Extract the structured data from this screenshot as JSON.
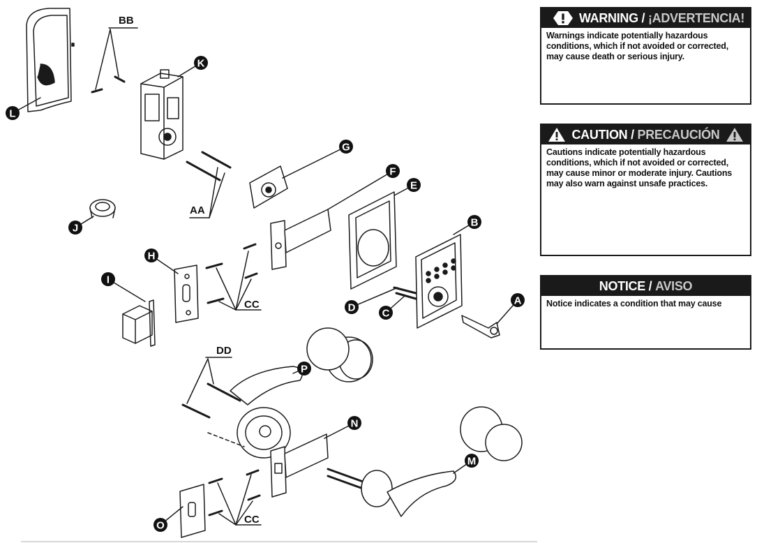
{
  "parts": {
    "A": "A",
    "B": "B",
    "C": "C",
    "D": "D",
    "E": "E",
    "F": "F",
    "G": "G",
    "H": "H",
    "I": "I",
    "J": "J",
    "K": "K",
    "L": "L",
    "M": "M",
    "N": "N",
    "O": "O",
    "P": "P"
  },
  "screw_labels": {
    "AA": "AA",
    "BB": "BB",
    "CC_top": "CC",
    "CC_bottom": "CC",
    "DD": "DD"
  },
  "warning": {
    "title": "WARNING",
    "title_alt": "¡ADVERTENCIA!",
    "body": "Warnings indicate potentially hazardous conditions, which if not avoided or corrected, may cause death or serious injury."
  },
  "caution": {
    "title": "CAUTION",
    "title_alt": "PRECAUCIÓN",
    "body": "Cautions indicate potentially hazardous conditions, which if not avoided or corrected, may cause minor or moderate injury. Cautions may also warn against unsafe practices."
  },
  "notice": {
    "title": "NOTICE",
    "title_alt": "AVISO",
    "body": "Notice indicates a condition that may cause"
  },
  "separator": " / ",
  "colors": {
    "ink": "#1a1a1a",
    "header_alt": "#c9c9c9",
    "paper": "#ffffff"
  },
  "icons": {
    "warning": "exclamation-octagon-icon",
    "caution": "triangle-alert-icon"
  }
}
